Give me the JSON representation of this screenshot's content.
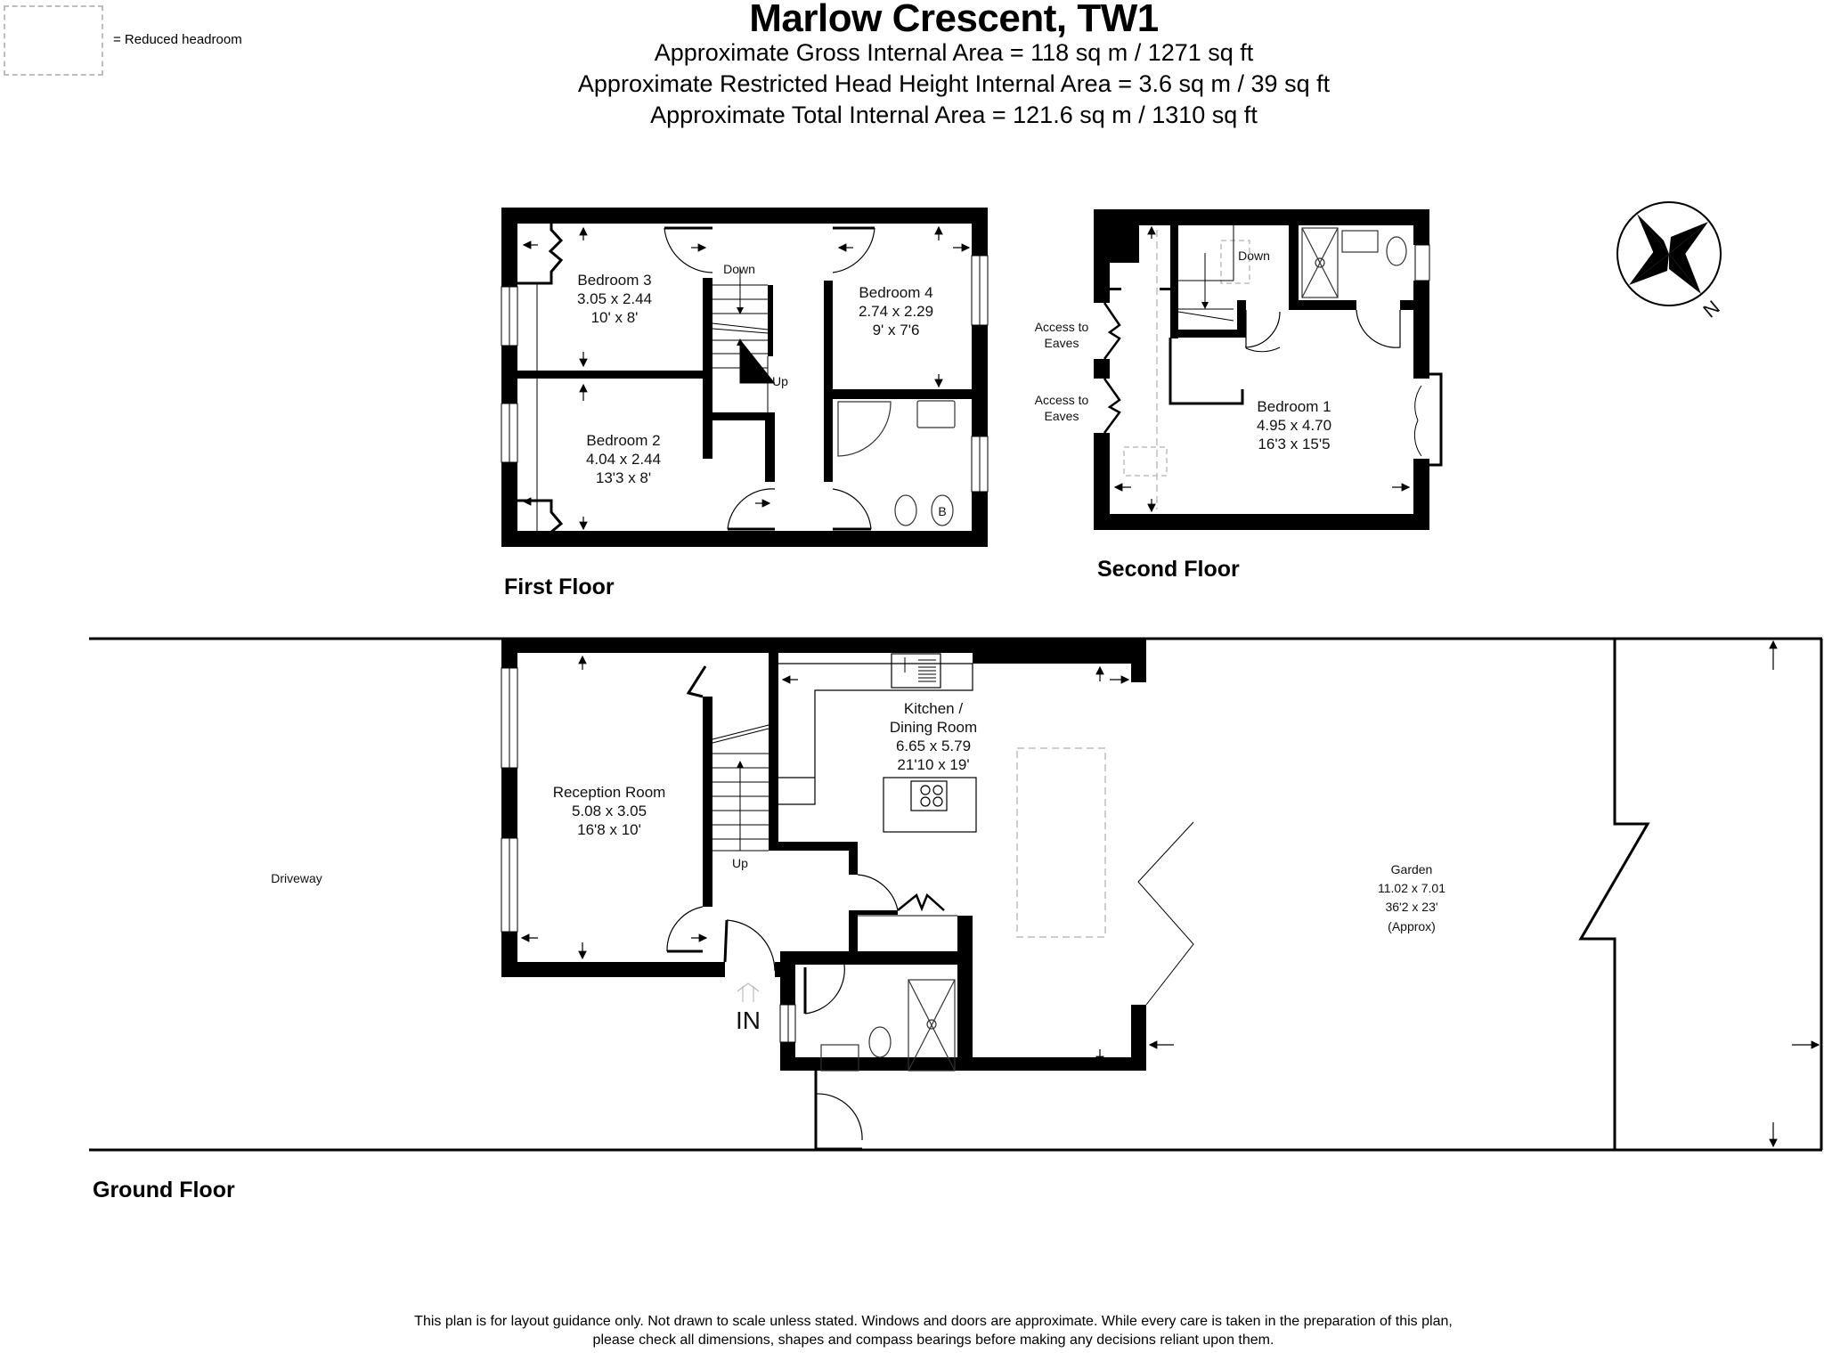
{
  "header": {
    "title": "Marlow Crescent, TW1",
    "gross_area": "Approximate Gross Internal Area = 118 sq m / 1271 sq ft",
    "restricted_area": "Approximate Restricted Head Height Internal Area = 3.6 sq m / 39 sq ft",
    "total_area": "Approximate Total Internal Area = 121.6 sq m / 1310 sq ft"
  },
  "legend": {
    "reduced_headroom_label": "= Reduced headroom",
    "reduced_headroom_color": "#bdbdbd"
  },
  "floors": {
    "first": {
      "label": "First Floor",
      "rooms": [
        {
          "name": "Bedroom 3",
          "metric": "3.05 x 2.44",
          "imperial": "10' x 8'"
        },
        {
          "name": "Bedroom 4",
          "metric": "2.74 x 2.29",
          "imperial": "9' x 7'6"
        },
        {
          "name": "Bedroom 2",
          "metric": "4.04 x 2.44",
          "imperial": "13'3 x 8'"
        }
      ],
      "stairs_down": "Down",
      "stairs_up": "Up",
      "bidet_mark": "B"
    },
    "second": {
      "label": "Second Floor",
      "rooms": [
        {
          "name": "Bedroom 1",
          "metric": "4.95 x 4.70",
          "imperial": "16'3 x 15'5"
        }
      ],
      "stairs_down": "Down",
      "eaves_1": [
        "Access to",
        "Eaves"
      ],
      "eaves_2": [
        "Access to",
        "Eaves"
      ]
    },
    "ground": {
      "label": "Ground Floor",
      "rooms": [
        {
          "name": "Reception Room",
          "metric": "5.08 x 3.05",
          "imperial": "16'8 x 10'"
        },
        {
          "name": "Kitchen /",
          "name2": "Dining Room",
          "metric": "6.65 x 5.79",
          "imperial": "21'10 x 19'"
        },
        {
          "name": "Garden",
          "metric": "11.02 x 7.01",
          "imperial": "36'2 x 23'",
          "note": "(Approx)"
        }
      ],
      "driveway": "Driveway",
      "entrance": "IN",
      "stairs_up": "Up"
    }
  },
  "compass": {
    "north_label": "N"
  },
  "footer": {
    "line1": "This plan is for layout guidance only. Not drawn to scale unless stated. Windows and doors are approximate. While every care is taken in the preparation of this plan,",
    "line2": "please check all dimensions, shapes and compass bearings before making any decisions reliant upon them."
  },
  "colors": {
    "wall": "#000000",
    "fixture_line": "#333333",
    "dashed": "#bdbdbd",
    "background": "#ffffff"
  }
}
